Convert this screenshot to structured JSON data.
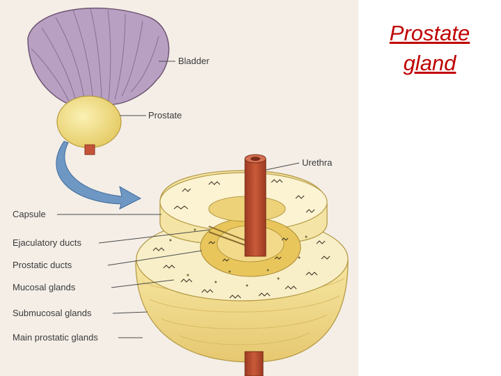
{
  "slide": {
    "title_line1": "Prostate",
    "title_line2": "gland"
  },
  "diagram": {
    "labels": {
      "bladder": "Bladder",
      "prostate": "Prostate",
      "urethra": "Urethra",
      "capsule": "Capsule",
      "ejaculatory_ducts": "Ejaculatory ducts",
      "prostatic_ducts": "Prostatic ducts",
      "mucosal_glands": "Mucosal glands",
      "submucosal_glands": "Submucosal glands",
      "main_prostatic_glands": "Main prostatic glands"
    }
  },
  "colors": {
    "title": "#c00000",
    "bladder": "#b8a0c2",
    "prostate": "#f1dc85",
    "urethra": "#b9492c",
    "arrow": "#6f97c4"
  }
}
